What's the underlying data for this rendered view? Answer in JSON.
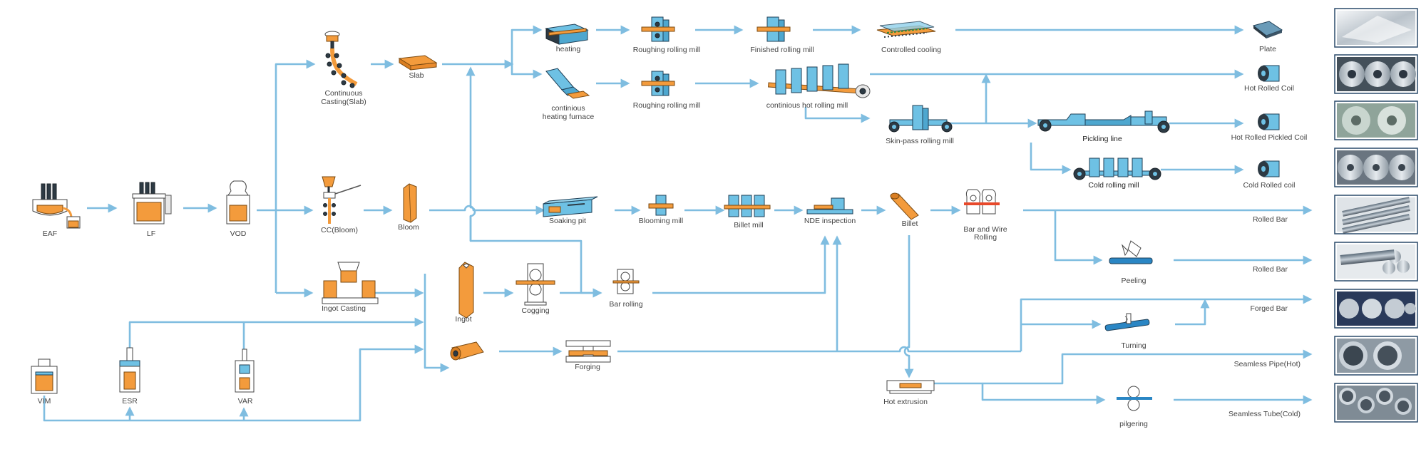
{
  "diagram": {
    "stages": {
      "eaf": "EAF",
      "lf": "LF",
      "vod": "VOD",
      "continuous_casting": [
        "Continuous",
        "Casting(Slab)"
      ],
      "slab": "Slab",
      "cc_bloom": "CC(Bloom)",
      "bloom": "Bloom",
      "ingot_casting": "Ingot Casting",
      "ingot": "Ingot",
      "cogging": "Cogging",
      "bar_rolling": "Bar rolling",
      "forging": "Forging",
      "vim": "VIM",
      "esr": "ESR",
      "var": "VAR",
      "heating": "heating",
      "continuous_heating_furnace": [
        "continious",
        "heating furnace"
      ],
      "roughing_mill_1": "Roughing rolling mill",
      "roughing_mill_2": "Roughing rolling mill",
      "finished_mill": "Finished rolling mill",
      "continuous_hot_mill": "continious hot rolling mill",
      "controlled_cooling": "Controlled cooling",
      "skin_pass": "Skin-pass rolling mill",
      "pickling_line": "Pickling line",
      "cold_rolling_mill": "Cold rolling mill",
      "soaking_pit": "Soaking pit",
      "blooming_mill": "Blooming mill",
      "billet_mill": "Billet mill",
      "nde": "NDE inspection",
      "billet": "Billet",
      "bar_wire_rolling": [
        "Bar and Wire",
        "Rolling"
      ],
      "peeling": "Peeling",
      "turning": "Turning",
      "hot_extrusion": "Hot extrusion",
      "pilgering": "pilgering"
    },
    "products": [
      "Plate",
      "Hot Rolled Coil",
      "Hot Rolled Pickled Coil",
      "Cold Rolled coil",
      "Rolled Bar",
      "Rolled Bar",
      "Forged Bar",
      "Seamless Pipe(Hot)",
      "Seamless Tube(Cold)"
    ],
    "colors": {
      "arrow": "#7fbde0",
      "orange": "#f39b3c",
      "blue": "#6ec1e4",
      "dark": "#2d3a44"
    },
    "icons": {
      "furnace": "furnace-icon",
      "ladle": "ladle-icon",
      "roller": "rolling-mill-icon",
      "coil": "coil-icon",
      "product_photo": "product-photo-thumbnail"
    }
  }
}
